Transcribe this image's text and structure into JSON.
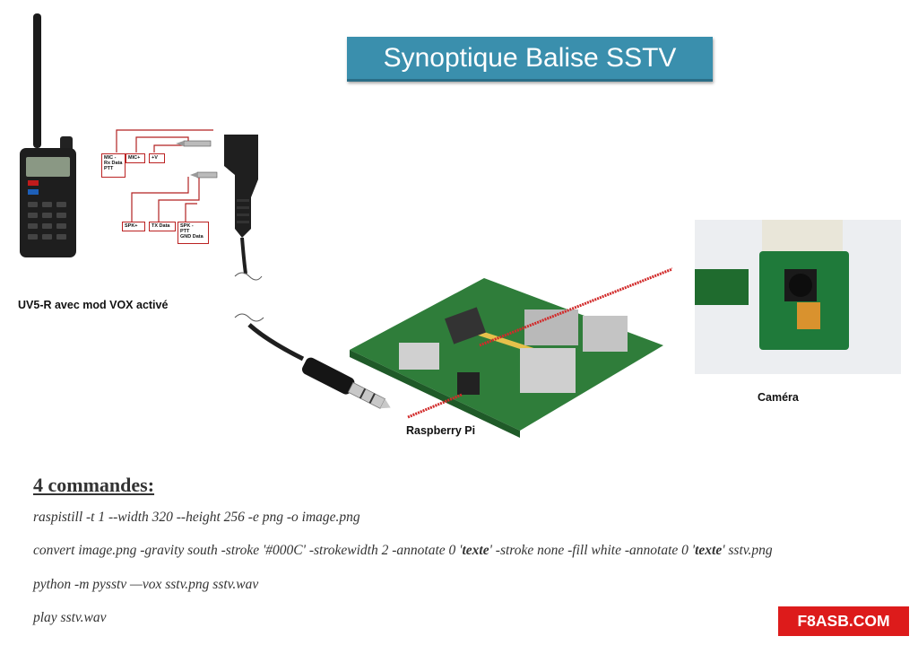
{
  "title": "Synoptique Balise SSTV",
  "radio": {
    "caption": "UV5-R avec mod VOX activé"
  },
  "wiring": {
    "mic_rx_ptt": [
      "MIC -",
      "Rx Data",
      "PTT"
    ],
    "mic_plus": "MIC+",
    "plus_v": "+V",
    "spk_plus": "SPK+",
    "tx_data": "TX Data",
    "spk_ptt_gnd": [
      "SPK -",
      "PTT",
      "GND Data"
    ]
  },
  "raspberry_caption": "Raspberry Pi",
  "camera_caption": "Caméra",
  "commands": {
    "heading": "4 commandes:",
    "line1": "raspistill -t 1 --width 320 --height 256 -e png -o image.png",
    "line2": {
      "part1": "convert image.png -gravity south -stroke '#000C' -strokewidth 2 -annotate 0 '",
      "bold1": "texte",
      "part2": "' -stroke none -fill white -annotate 0 '",
      "bold2": "texte",
      "part3": "' sstv.png"
    },
    "line3": "python -m pysstv —vox sstv.png sstv.wav",
    "line4": "play sstv.wav"
  },
  "brand": "F8ASB.COM",
  "colors": {
    "title_bg": "#3a8fad",
    "brand_bg": "#dd1b1b",
    "wire": "#b22222",
    "board": "#2f7d3a"
  }
}
